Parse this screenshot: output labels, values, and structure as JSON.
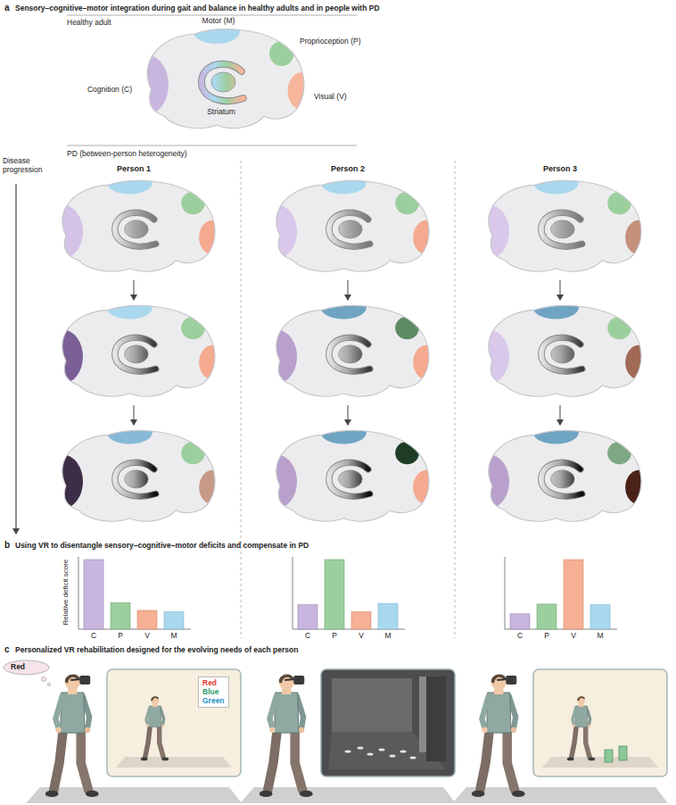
{
  "diagram": {
    "nodes": [
      {
        "text": [
          "Red"
        ]
      },
      {
        "text": [
          "Red",
          "Blue",
          "Green"
        ]
      }
    ],
    "labels": [
      "a",
      "Sensory–cognitive–motor integration during gait and balance in healthy adults and in people with PD",
      "Healthy adult",
      "Motor (M)",
      "Proprioception (P)",
      "Cognition (C)",
      "Visual (V)",
      "Striatum",
      "PD (between-person heterogeneity)",
      "Disease progression",
      "Person 1",
      "Person 2",
      "Person 3",
      "b",
      "Using VR to disentangle sensory–cognitive–motor deficits and compensate in PD",
      "Relative deficit score",
      "C",
      "P",
      "V",
      "M",
      "C",
      "P",
      "V",
      "M",
      "C",
      "P",
      "V",
      "M",
      "c",
      "Personalized VR rehabilitation designed for the evolving needs of each person"
    ]
  }
}
